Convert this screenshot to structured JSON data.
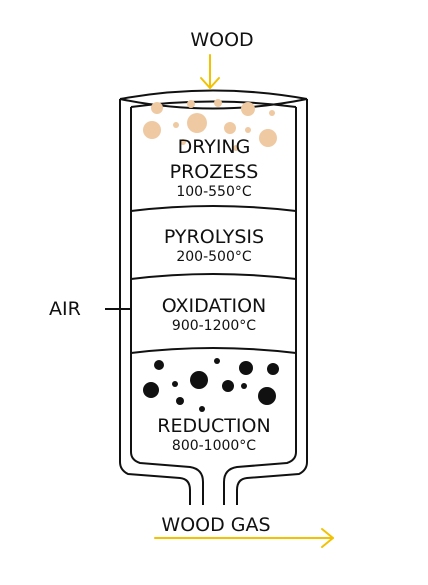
{
  "input": {
    "label": "WOOD"
  },
  "air": {
    "label": "AIR"
  },
  "output": {
    "label": "WOOD GAS"
  },
  "zones": {
    "drying": {
      "line1": "DRYING",
      "line2": "PROZESS",
      "temp": "100-550°C"
    },
    "pyrolysis": {
      "line1": "PYROLYSIS",
      "temp": "200-500°C"
    },
    "oxidation": {
      "line1": "OXIDATION",
      "temp": "900-1200°C"
    },
    "reduction": {
      "line1": "REDUCTION",
      "temp": "800-1000°C"
    }
  },
  "colors": {
    "arrow": "#f2c200",
    "outline": "#111111",
    "wood_particles": "#efc9a2",
    "char_particles": "#111111"
  }
}
